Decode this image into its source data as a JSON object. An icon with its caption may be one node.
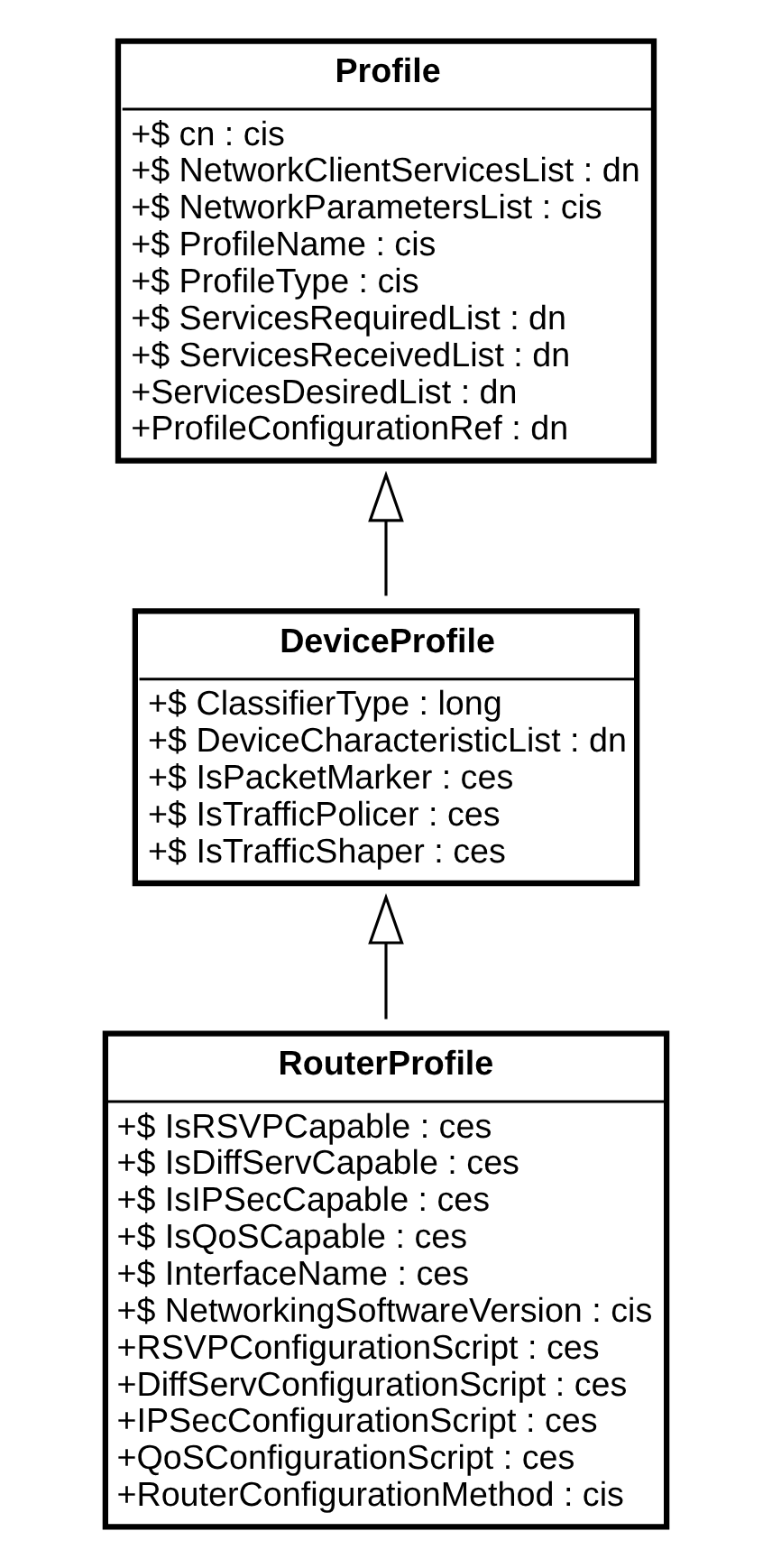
{
  "diagram": {
    "nodes": [
      {
        "text": [
          "Profile",
          "+$ cn : cis",
          "+$ NetworkClientServicesList : dn",
          "+$ NetworkParametersList : cis",
          "+$ ProfileName : cis",
          "+$ ProfileType : cis",
          "+$ ServicesRequiredList : dn",
          "+$ ServicesReceivedList : dn",
          "+ServicesDesiredList : dn",
          "+ProfileConfigurationRef : dn"
        ]
      },
      {
        "text": [
          "DeviceProfile",
          "+$ ClassifierType : long",
          "+$ DeviceCharacteristicList : dn",
          "+$ IsPacketMarker : ces",
          "+$ IsTrafficPolicer : ces",
          "+$ IsTrafficShaper : ces"
        ]
      },
      {
        "text": [
          "RouterProfile",
          "+$ IsRSVPCapable : ces",
          "+$ IsDiffServCapable : ces",
          "+$ IsIPSecCapable : ces",
          "+$ IsQoSCapable : ces",
          "+$ InterfaceName : ces",
          "+$ NetworkingSoftwareVersion : cis",
          "+RSVPConfigurationScript : ces",
          "+DiffServConfigurationScript : ces",
          "+IPSecConfigurationScript : ces",
          "+QoSConfigurationScript : ces",
          "+RouterConfigurationMethod : cis"
        ]
      }
    ],
    "edges": [
      {
        "from": 1,
        "to": 0,
        "arrow": "to"
      },
      {
        "from": 2,
        "to": 1,
        "arrow": "to"
      }
    ]
  }
}
